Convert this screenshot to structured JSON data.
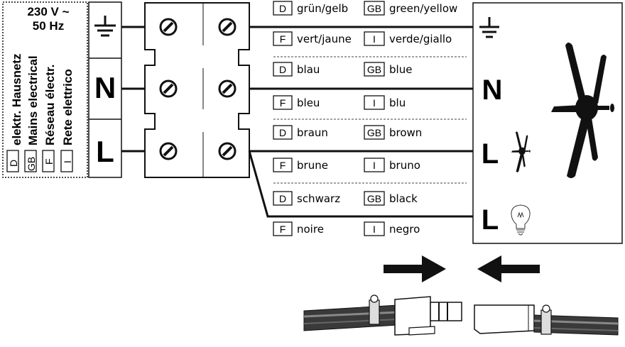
{
  "supply": {
    "voltage": "230 V ~",
    "frequency": "50 Hz",
    "labels": [
      {
        "code": "D",
        "text": "elektr. Hausnetz"
      },
      {
        "code": "GB",
        "text": "Mains electrical"
      },
      {
        "code": "F",
        "text": "Réseau électr."
      },
      {
        "code": "I",
        "text": "Rete elettrico"
      }
    ]
  },
  "terminals": {
    "neutral": "N",
    "live": "L"
  },
  "wires": {
    "earth": {
      "D": "grün/gelb",
      "GB": "green/yellow",
      "F": "vert/jaune",
      "I": "verde/giallo"
    },
    "neutral": {
      "D": "blau",
      "GB": "blue",
      "F": "bleu",
      "I": "blu"
    },
    "live_fan": {
      "D": "braun",
      "GB": "brown",
      "F": "brune",
      "I": "bruno"
    },
    "live_light": {
      "D": "schwarz",
      "GB": "black",
      "F": "noire",
      "I": "negro"
    }
  },
  "codes": {
    "D": "D",
    "GB": "GB",
    "F": "F",
    "I": "I"
  },
  "fan_terminals": {
    "neutral": "N",
    "live_fan": "L",
    "live_light": "L"
  },
  "icons": [
    "earth-icon",
    "fan-icon",
    "small-fan-icon",
    "bulb-icon",
    "arrow-right-icon",
    "arrow-left-icon",
    "plug-icon",
    "socket-icon",
    "screw-icon"
  ]
}
